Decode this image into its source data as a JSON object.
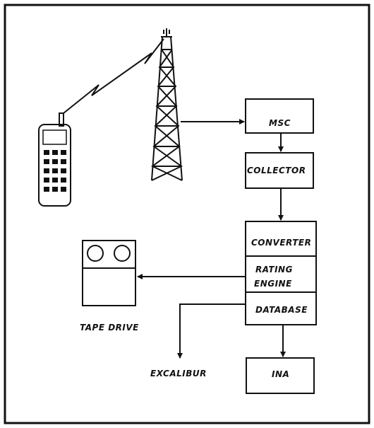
{
  "diagram": {
    "nodes": {
      "msc": "MSC",
      "collector": "COLLECTOR",
      "converter": "CONVERTER",
      "rating_line1": "RATING",
      "rating_line2": "ENGINE",
      "database": "DATABASE",
      "ina": "INA",
      "tape_drive": "TAPE DRIVE",
      "excalibur": "EXCALIBUR"
    },
    "icons": [
      "mobile-phone-icon",
      "cell-tower-icon",
      "tape-drive-icon"
    ],
    "colors": {
      "ink": "#111111",
      "background": "#ffffff"
    }
  }
}
